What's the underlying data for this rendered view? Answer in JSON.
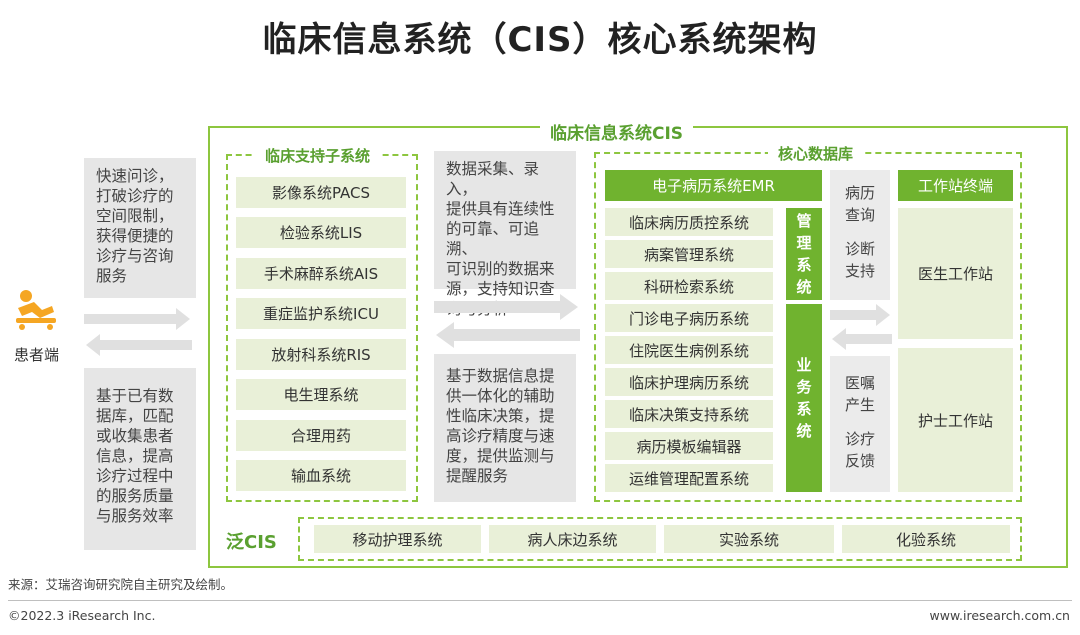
{
  "title": "临床信息系统（CIS）核心系统架构",
  "patient": {
    "label": "患者端",
    "top_text": [
      "快速问诊，",
      "打破诊疗的",
      "空间限制，",
      "获得便捷的",
      "诊疗与咨询",
      "服务"
    ],
    "bottom_text": [
      "基于已有数",
      "据库，匹配",
      "或收集患者",
      "信息，提高",
      "诊疗过程中",
      "的服务质量",
      "与服务效率"
    ]
  },
  "cis": {
    "title": "临床信息系统CIS",
    "support": {
      "title": "临床支持子系统",
      "items": [
        "影像系统PACS",
        "检验系统LIS",
        "手术麻醉系统AIS",
        "重症监护系统ICU",
        "放射科系统RIS",
        "电生理系统",
        "合理用药",
        "输血系统"
      ]
    },
    "middle": {
      "top_text": [
        "数据采集、录入，",
        "提供具有连续性",
        "的可靠、可追溯、",
        "可识别的数据来",
        "源，支持知识查",
        "询与分析"
      ],
      "bottom_text": [
        "基于数据信息提",
        "供一体化的辅助",
        "性临床决策，提",
        "高诊疗精度与速",
        "度，提供监测与",
        "提醒服务"
      ]
    },
    "core": {
      "title": "核心数据库",
      "emr": "电子病历系统EMR",
      "items": [
        "临床病历质控系统",
        "病案管理系统",
        "科研检索系统",
        "门诊电子病历系统",
        "住院医生病例系统",
        "临床护理病历系统",
        "临床决策支持系统",
        "病历模板编辑器",
        "运维管理配置系统"
      ],
      "mgmt_label": [
        "管",
        "理",
        "系",
        "统"
      ],
      "biz_label": [
        "业",
        "务",
        "系",
        "统"
      ],
      "flow_top": [
        "病历",
        "查询",
        "",
        "诊断",
        "支持"
      ],
      "flow_bottom": [
        "医嘱",
        "产生",
        "",
        "诊疗",
        "反馈"
      ],
      "terminal_title": "工作站终端",
      "doctor": "医生工作站",
      "nurse": "护士工作站"
    },
    "pan": {
      "label": "泛CIS",
      "items": [
        "移动护理系统",
        "病人床边系统",
        "实验系统",
        "化验系统"
      ]
    }
  },
  "source": "来源：艾瑞咨询研究院自主研究及绘制。",
  "copyright": "©2022.3 iResearch Inc.",
  "website": "www.iresearch.com.cn",
  "colors": {
    "accent": "#8dc63f",
    "accent_dark": "#70b32f",
    "light": "#e9f0d8",
    "gray": "#e6e6e6"
  }
}
